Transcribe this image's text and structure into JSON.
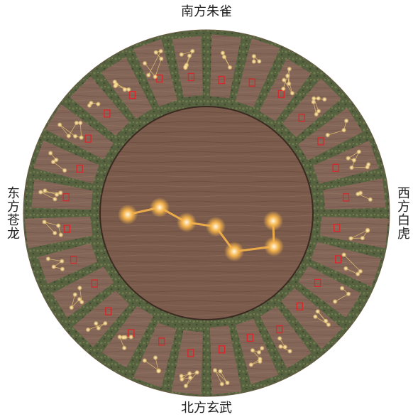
{
  "directions": {
    "top": "南方朱雀",
    "bottom": "北方玄武",
    "left": "东方苍龙",
    "right": "西方白虎"
  },
  "colors": {
    "wood": "#8a6a58",
    "wood_center": "#7d5d4d",
    "moss": "#4f5c3d",
    "red_mark": "#d8262a",
    "star_glow": "#f4c86a",
    "dipper_glow": "#f6b24a"
  },
  "icons": {
    "dipper": "big-dipper-constellation",
    "mansion_marker": "red-seal-mark"
  }
}
